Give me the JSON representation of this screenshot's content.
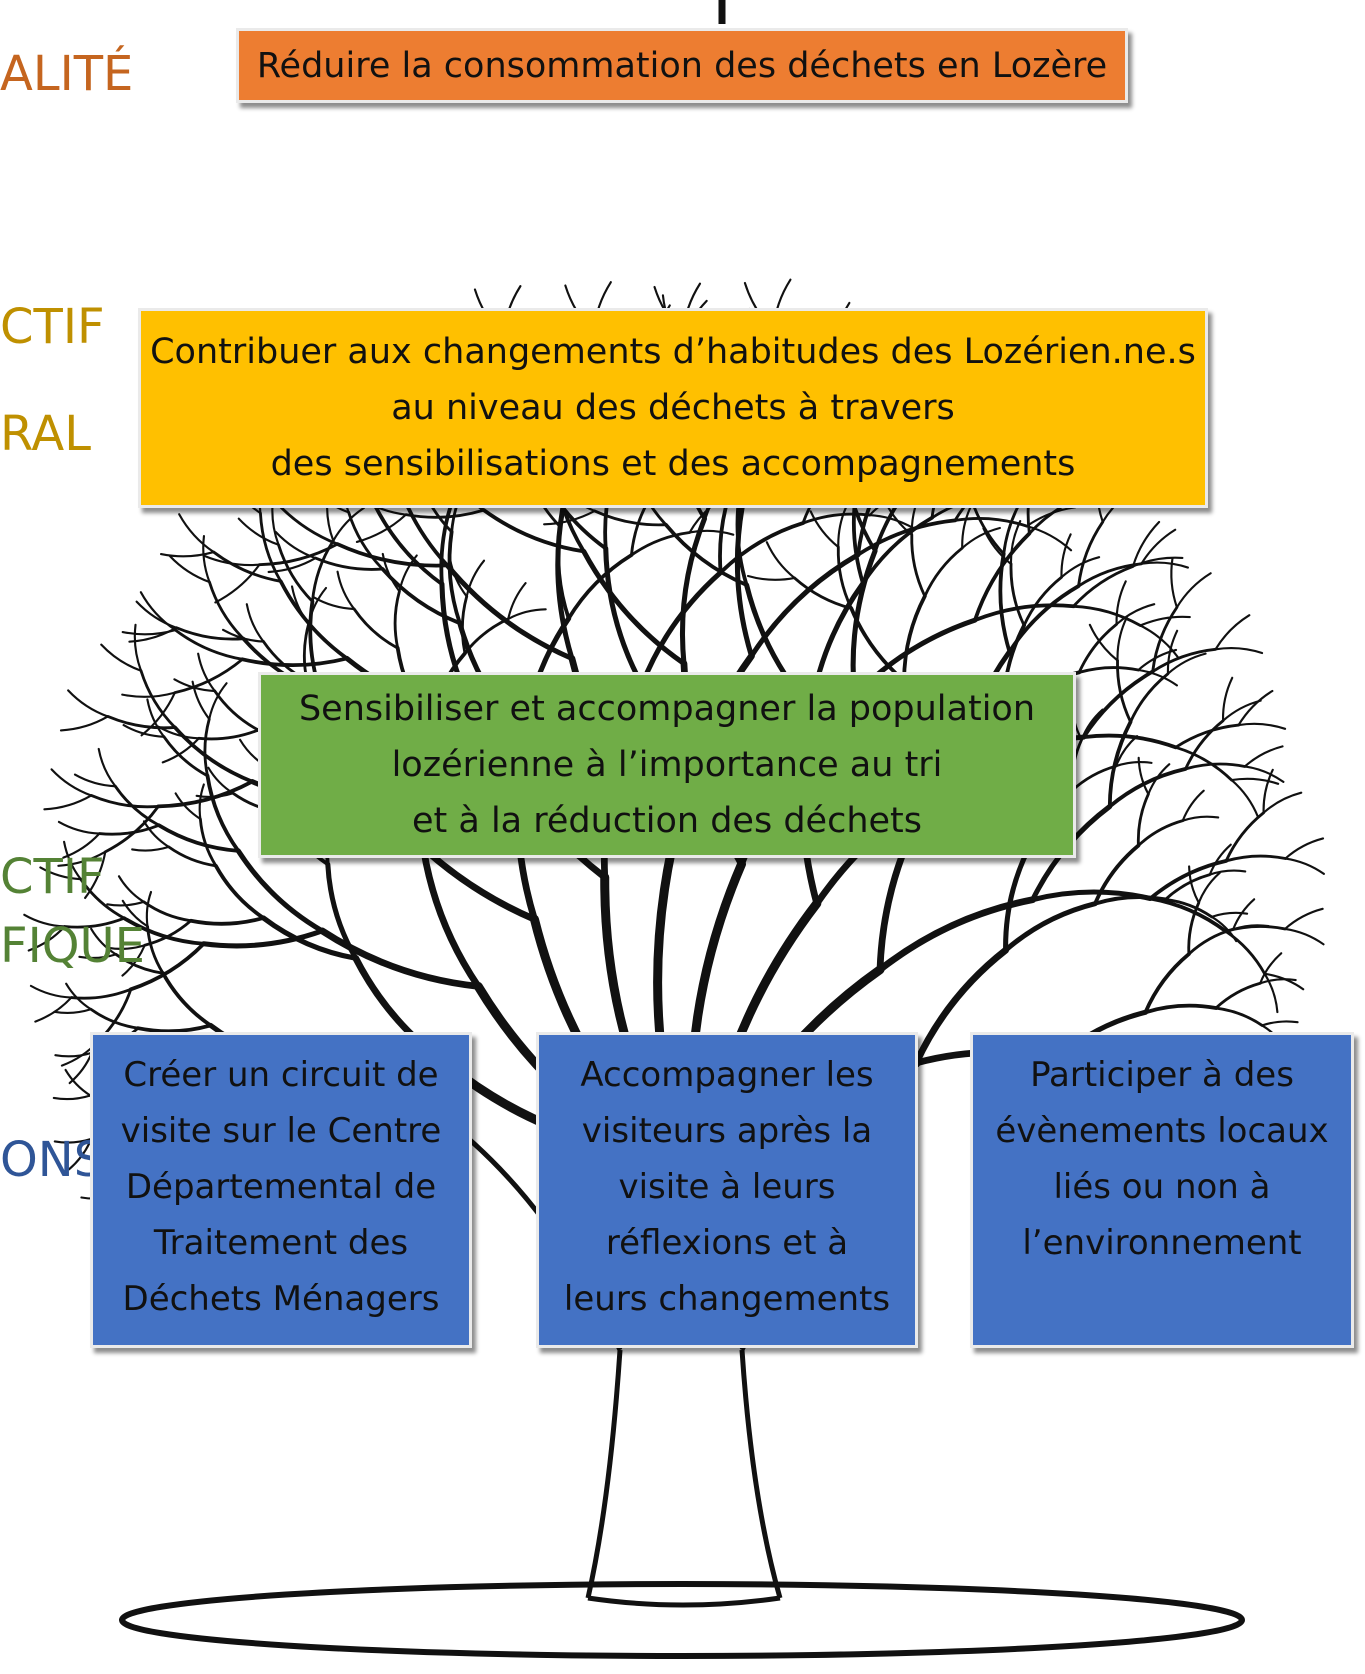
{
  "colors": {
    "finalite": "#C5651F",
    "objectif_general": "#BF9000",
    "objectif_specifique": "#548235",
    "actions": "#2F5597",
    "box_orange": "#ED7D31",
    "box_yellow": "#FFC000",
    "box_green": "#70AD47",
    "box_blue": "#4472C4"
  },
  "side_labels": {
    "finalite": "ALITÉ",
    "objectif_general_1": "CTIF",
    "objectif_general_2": "RAL",
    "objectif_specifique_1": "CTIF",
    "objectif_specifique_2": "FIQUE",
    "actions": "ONS"
  },
  "finalite_box": {
    "lines": [
      "Réduire la consommation des déchets en Lozère"
    ]
  },
  "objectif_general_box": {
    "lines": [
      "Contribuer aux changements d’habitudes des Lozérien.ne.s",
      "au niveau des déchets à travers",
      "des sensibilisations et des accompagnements"
    ]
  },
  "objectif_specifique_box": {
    "lines": [
      "Sensibiliser et accompagner la population",
      "lozérienne à l’importance au tri",
      "et à la réduction des déchets"
    ]
  },
  "actions": [
    {
      "lines": [
        "Créer un circuit de",
        "visite sur le Centre",
        "Départemental de",
        "Traitement des",
        "Déchets Ménagers"
      ]
    },
    {
      "lines": [
        "Accompagner les",
        "visiteurs après la",
        "visite à leurs",
        "réflexions et à",
        "leurs changements"
      ]
    },
    {
      "lines": [
        "Participer à des",
        "évènements locaux",
        "liés ou non à",
        "l’environnement"
      ]
    }
  ]
}
